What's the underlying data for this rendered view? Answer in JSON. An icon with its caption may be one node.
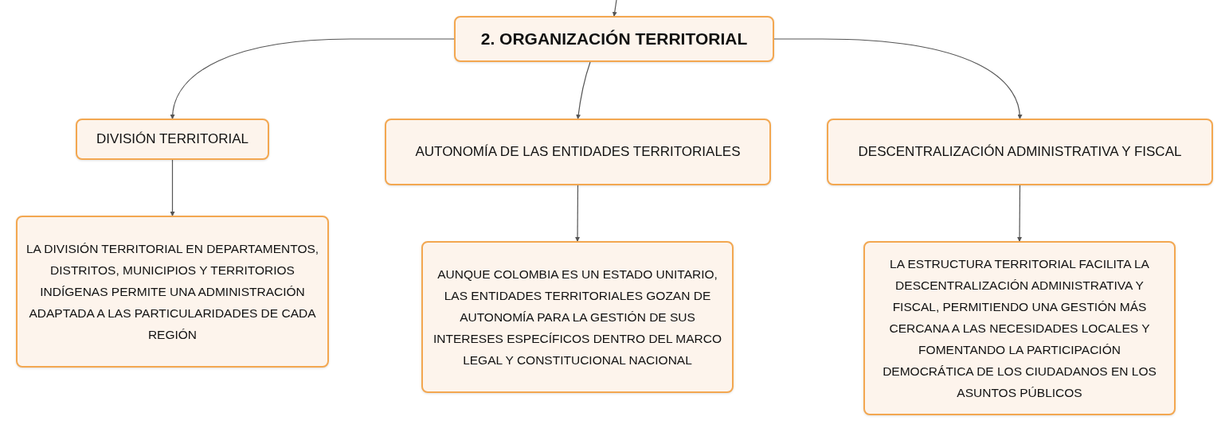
{
  "diagram": {
    "nodes": [
      {
        "text": [
          "2. ORGANIZACIÓN TERRITORIAL"
        ]
      },
      {
        "text": [
          "DIVISIÓN TERRITORIAL"
        ]
      },
      {
        "text": [
          "AUTONOMÍA DE LAS ENTIDADES TERRITORIALES"
        ]
      },
      {
        "text": [
          "DESCENTRALIZACIÓN ADMINISTRATIVA Y FISCAL"
        ]
      },
      {
        "text": [
          "LA DIVISIÓN TERRITORIAL EN DEPARTAMENTOS, DISTRITOS, MUNICIPIOS Y TERRITORIOS INDÍGENAS PERMITE UNA ADMINISTRACIÓN ADAPTADA A LAS PARTICULARIDADES DE CADA REGIÓN"
        ]
      },
      {
        "text": [
          "AUNQUE COLOMBIA ES UN ESTADO UNITARIO, LAS ENTIDADES TERRITORIALES GOZAN DE AUTONOMÍA PARA LA GESTIÓN DE SUS INTERESES ESPECÍFICOS DENTRO DEL MARCO LEGAL Y CONSTITUCIONAL NACIONAL"
        ]
      },
      {
        "text": [
          "LA ESTRUCTURA TERRITORIAL FACILITA LA DESCENTRALIZACIÓN ADMINISTRATIVA Y FISCAL, PERMITIENDO UNA GESTIÓN MÁS CERCANA A LAS NECESIDADES LOCALES Y FOMENTANDO LA PARTICIPACIÓN DEMOCRÁTICA DE LOS CIUDADANOS EN LOS ASUNTOS PÚBLICOS"
        ]
      }
    ],
    "edges": [
      {
        "from": null,
        "to": 0,
        "arrow": "to"
      },
      {
        "from": 0,
        "to": 1,
        "arrow": "to"
      },
      {
        "from": 0,
        "to": 2,
        "arrow": "to"
      },
      {
        "from": 0,
        "to": 3,
        "arrow": "to"
      },
      {
        "from": 1,
        "to": 4,
        "arrow": "to"
      },
      {
        "from": 2,
        "to": 5,
        "arrow": "to"
      },
      {
        "from": 3,
        "to": 6,
        "arrow": "to"
      }
    ]
  }
}
